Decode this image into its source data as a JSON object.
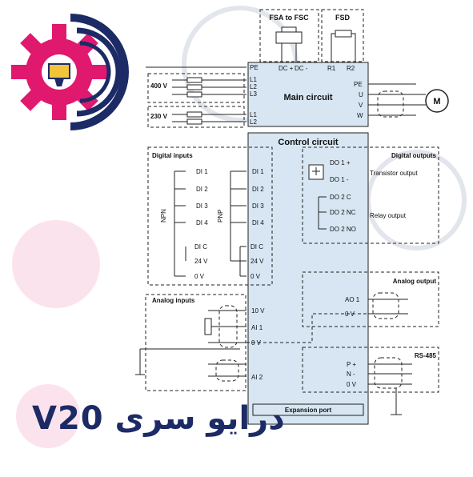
{
  "fsa_to_fsc": "FSA to FSC",
  "fsd": "FSD",
  "dc_plus": "DC +",
  "dc_minus": "DC -",
  "r1": "R1",
  "r2": "R2",
  "main_circuit": "Main circuit",
  "control_circuit": "Control circuit",
  "input_terms": [
    "PE",
    "L1",
    "L2",
    "L3",
    "L1",
    "L2"
  ],
  "v400": "400 V",
  "v230": "230 V",
  "output_terms": [
    "PE",
    "U",
    "V",
    "W"
  ],
  "motor": "M",
  "digital_inputs": "Digital inputs",
  "npn": "NPN",
  "pnp": "PNP",
  "di_left": [
    "DI 1",
    "DI 2",
    "DI 3",
    "DI 4",
    "DI C",
    "24 V",
    "0 V"
  ],
  "di_right": [
    "DI 1",
    "DI 2",
    "DI 3",
    "DI 4",
    "DI C",
    "24 V",
    "0 V"
  ],
  "digital_outputs": "Digital outputs",
  "do_terms": [
    "DO 1 +",
    "DO 1 -",
    "DO 2 C",
    "DO 2 NC",
    "DO 2 NO"
  ],
  "transistor_output": "Transistor output",
  "relay_output": "Relay output",
  "analog_output": "Analog output",
  "ao_terms": [
    "AO 1",
    "0 V"
  ],
  "rs485": "RS-485",
  "rs_terms": [
    "P +",
    "N -",
    "0 V"
  ],
  "analog_inputs": "Analog inputs",
  "ai_terms": [
    "10 V",
    "AI 1",
    "0 V",
    "AI 2"
  ],
  "expansion_port": "Expansion port",
  "caption": "درایو سری V20",
  "colors": {
    "magenta": "#e0196e",
    "navy": "#1c2b66",
    "panel": "#d7e6f2"
  }
}
